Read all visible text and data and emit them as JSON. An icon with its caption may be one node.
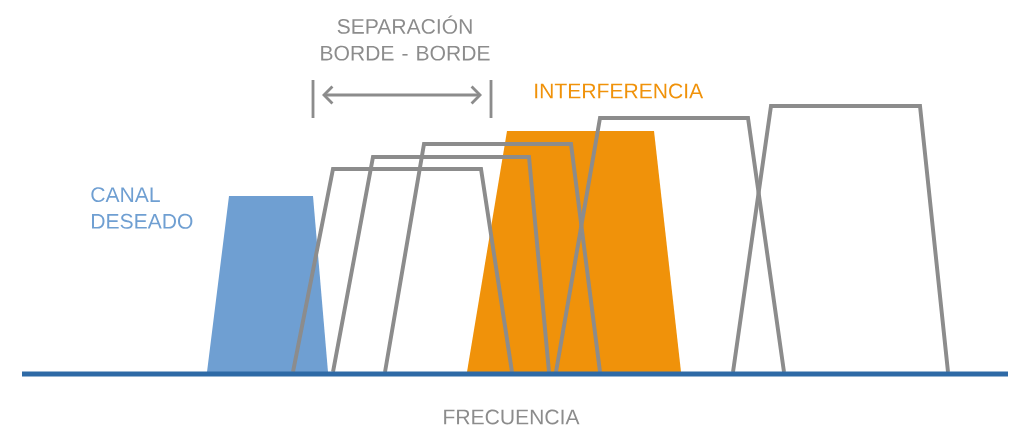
{
  "diagram": {
    "labels": [
      "SEPARACIÓN BORDE - BORDE",
      "INTERFERENCIA",
      "CANAL DESEADO",
      "FRECUENCIA"
    ]
  }
}
